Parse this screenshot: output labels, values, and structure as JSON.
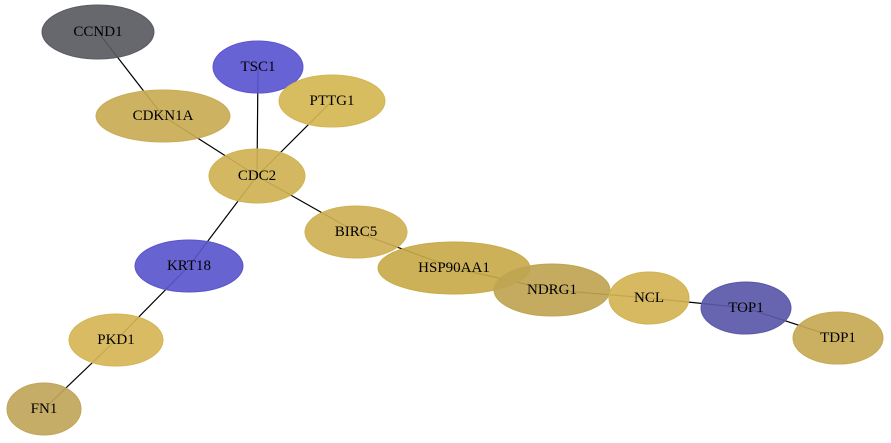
{
  "graph": {
    "colors": {
      "gold": "#d1b14f",
      "gold_dark": "#c2a653",
      "gold_bright": "#d6b853",
      "blue": "#5a55cf",
      "blue_dark": "#5656a6",
      "gray": "#56565e"
    },
    "nodes": [
      {
        "id": "CCND1",
        "label": "CCND1",
        "color": "#5a5a62"
      },
      {
        "id": "TSC1",
        "label": "TSC1",
        "color": "#5b56d0"
      },
      {
        "id": "PTTG1",
        "label": "PTTG1",
        "color": "#d4b652"
      },
      {
        "id": "CDKN1A",
        "label": "CDKN1A",
        "color": "#c9ab55"
      },
      {
        "id": "CDC2",
        "label": "CDC2",
        "color": "#d0b254"
      },
      {
        "id": "BIRC5",
        "label": "BIRC5",
        "color": "#cfb054"
      },
      {
        "id": "HSP90AA1",
        "label": "HSP90AA1",
        "color": "#c9aa4a"
      },
      {
        "id": "NDRG1",
        "label": "NDRG1",
        "color": "#bfa453"
      },
      {
        "id": "NCL",
        "label": "NCL",
        "color": "#d2b353"
      },
      {
        "id": "TOP1",
        "label": "TOP1",
        "color": "#5a58a8"
      },
      {
        "id": "TDP1",
        "label": "TDP1",
        "color": "#c7a954"
      },
      {
        "id": "KRT18",
        "label": "KRT18",
        "color": "#5a56cc"
      },
      {
        "id": "PKD1",
        "label": "PKD1",
        "color": "#d5b556"
      },
      {
        "id": "FN1",
        "label": "FN1",
        "color": "#c0a55a"
      }
    ],
    "edges": [
      {
        "source": "CCND1",
        "target": "CDKN1A"
      },
      {
        "source": "CDKN1A",
        "target": "CDC2"
      },
      {
        "source": "TSC1",
        "target": "CDC2"
      },
      {
        "source": "PTTG1",
        "target": "CDC2"
      },
      {
        "source": "CDC2",
        "target": "BIRC5"
      },
      {
        "source": "CDC2",
        "target": "KRT18"
      },
      {
        "source": "BIRC5",
        "target": "HSP90AA1"
      },
      {
        "source": "HSP90AA1",
        "target": "NDRG1"
      },
      {
        "source": "NDRG1",
        "target": "NCL"
      },
      {
        "source": "NCL",
        "target": "TOP1"
      },
      {
        "source": "TOP1",
        "target": "TDP1"
      },
      {
        "source": "KRT18",
        "target": "PKD1"
      },
      {
        "source": "PKD1",
        "target": "FN1"
      }
    ]
  }
}
